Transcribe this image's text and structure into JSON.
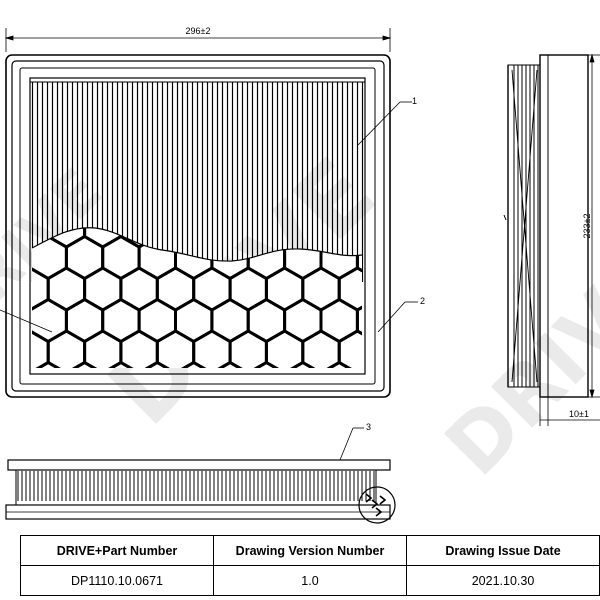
{
  "drawing": {
    "width_dim": "296±2",
    "height_dim": "233±2",
    "depth_dim": "10±1",
    "callouts": [
      "1",
      "2",
      "3"
    ],
    "watermark": "DRIVE"
  },
  "info_table": {
    "headers": [
      "DRIVE+Part Number",
      "Drawing Version Number",
      "Drawing Issue Date"
    ],
    "values": [
      "DP1110.10.0671",
      "1.0",
      "2021.10.30"
    ]
  }
}
